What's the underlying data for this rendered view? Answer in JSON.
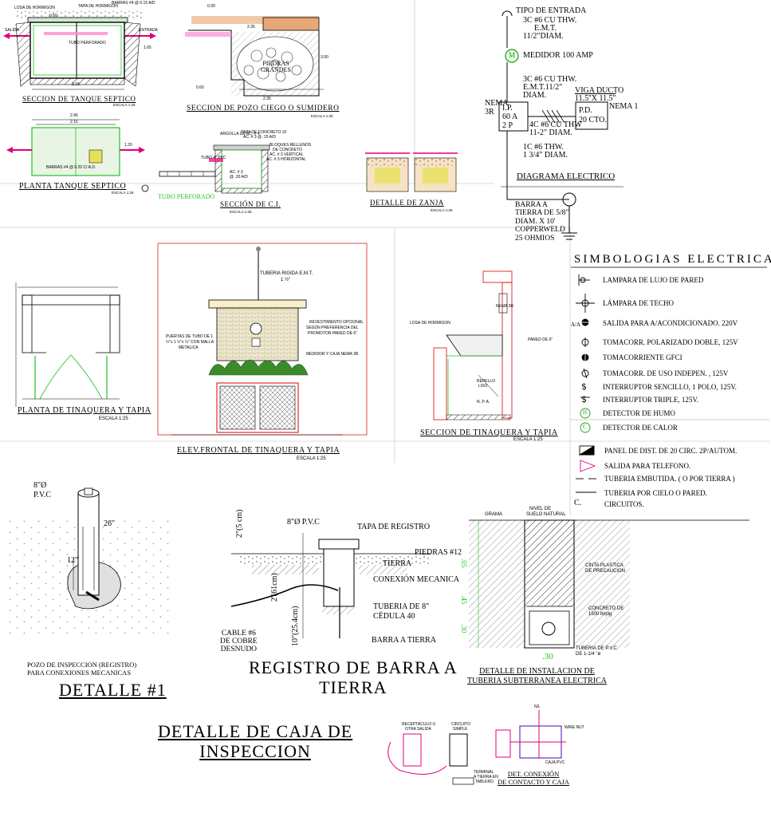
{
  "top_left": {
    "septic_section_title": "SECCION DE TANQUE SEPTICO",
    "septic_section_scale": "ESCALA 1:25",
    "septic_plan_title": "PLANTA TANQUE SEPTICO",
    "septic_plan_scale": "ESCALA 1:25",
    "dims": [
      "0.60",
      "2.15",
      "2.45",
      "2.15",
      "1.65",
      "1.20"
    ],
    "tags": [
      "LOSA DE HORMIGON",
      "ENTRADA",
      "SALIDA",
      "TAPA DE HORMIGON",
      "BARRAS #4 @ 0.15 A/D",
      "TUBO PERFORADO",
      "BARRAS #4 @ 0.20 C/ A.D."
    ],
    "pipe_label": "TUBO PERFORADO"
  },
  "top_middle": {
    "well_title": "SECCION DE POZO CIEGO O SUMIDERO",
    "well_scale": "ESCALA 1:25",
    "stones": "PIEDRAS GRANDES",
    "dims": [
      "0.30",
      "2.35",
      "0.60",
      "2.35",
      "3.00"
    ],
    "ci_title": "SECCIÓN DE C.I.",
    "ci_scale": "ESCALA 1:25",
    "ci_notes": [
      "TAPA DE CONCRETO 10",
      "AC. # 3 @ .15 A/D",
      "ARGOLLA DE AC. # 4",
      "BLOQUES RELLENOS",
      "DE CONCRETO",
      "AC. # 3 VERTICAL",
      "AC. # 3 HORIZONTAL",
      "TUBO 4\" PVC",
      "AC. # 3",
      "@ .20 A/D"
    ],
    "trench_title": "DETALLE DE ZANJA",
    "trench_scale": "ESCALA 1:25"
  },
  "electrical": {
    "lines": [
      "TIPO DE ENTRADA",
      "3C #6 CU THW.",
      "E.M.T.",
      "11/2\"DIAM.",
      "MEDIDOR 100 AMP",
      "3C #6 CU THW.",
      "E.M.T.11/2\"",
      "DIAM.",
      "VIGA DUCTO",
      "11.5''X 11.5''",
      "NEMA 1",
      "NEMA",
      "3R",
      "4C #6 CU THW",
      "11-2\" DIAM.",
      "1C #6 THW.",
      "1 3/4\" DIAM."
    ],
    "meter_letter": "M",
    "panel_ip": [
      "I.P.",
      "60 A",
      "2 P"
    ],
    "panel_pd": [
      "P.D.",
      "20 CTO."
    ],
    "diagram_title": "DIAGRAMA ELECTRICO",
    "ground_note": "BARRA A\nTIERRA DE 5/8\"\nDIAM. X 10'\nCOPPERWELD\n25 OHMIOS"
  },
  "symbology": {
    "title": "SIMBOLOGIAS    ELECTRICAS.",
    "aa_tag": "A/A",
    "items": [
      "LAMPARA DE LUJO DE PARED",
      "LÁMPARA DE TECHO",
      "SALIDA PARA A/ACONDICIONADO.  220V",
      "TOMACORR. POLARIZADO DOBLE,  125V",
      "TOMACORRIENTE GFCI",
      "TOMACORR. DE USO INDEPEN. , 125V",
      "INTERRUPTOR SENCILLO, 1 POLO, 125V.",
      "INTERRUPTOR TRIPLE,  125V.",
      "DETECTOR DE HUMO",
      "DETECTOR DE CALOR",
      "PANEL DE DIST. DE 20 CIRC. 2P/AUTOM.",
      "SALIDA PARA TELEFONO.",
      "TUBERIA EMBUTIDA. ( O POR TIERRA )",
      "TUBERIA POR CIELO O PARED.",
      "CIRCUITOS."
    ],
    "circuit_letter": "C.",
    "smoke_letter": "H",
    "heat_letter": "C"
  },
  "middle": {
    "plan_title": "PLANTA DE TINAQUERA Y TAPIA",
    "plan_scale": "ESCALA 1:25",
    "elev_title": "ELEV.FRONTAL DE TINAQUERA Y TAPIA",
    "elev_scale": "ESCALA 1:25",
    "elev_notes": [
      "TUBERIA RIGIDA E.M.T.",
      "1 ½\"",
      "REVESTIMIENTO OPCIONAL",
      "SEGÚN PREFERENCIA DEL",
      "PROMOTOR PARED DE 6\"",
      "PUERTAS DE TUBO DE 1",
      "½\"x 1 ½\"x ¼\" CON MALLA",
      "METALICA",
      "MEDIDOR Y CAJA NEMA 3R"
    ],
    "sec_title": "SECCION DE TINAQUERA  Y TAPIA",
    "sec_scale": "ESCALA 1:25",
    "sec_notes": [
      "NEMA 3R",
      "LOSA DE HORMIGON",
      "PARED DE 6\"",
      "REPELLO",
      "LISO",
      "N. P. A."
    ]
  },
  "bottom": {
    "d1_pipe": "8\"Ø",
    "d1_pvc": "P.V.C",
    "d1_26": "26\"",
    "d1_12": "12\"",
    "d1_caption": "POZO DE INSPECCION (REGISTRO)\nPARA CONEXIONES MECANICAS",
    "d1_title": "DETALLE #1",
    "reg_pipe": "8\"Ø P.V.C",
    "reg_labels": [
      "TAPA DE REGISTRO",
      "PIEDRAS #12",
      "TIERRA",
      "CONEXIÓN MECANICA",
      "TUBERIA DE 8\"",
      "CÉDULA 40",
      "BARRA A TIERRA"
    ],
    "reg_dims": [
      "2\"(5 cm)",
      "2'(61cm)",
      "10\"(25.4cm)"
    ],
    "reg_cable": "CABLE #6\nDE COBRE\nDESNUDO",
    "reg_title": "REGISTRO DE BARRA A\nTIERRA",
    "sub_labels": [
      "GRAMA",
      "NIVEL DE",
      "SUELO NATURAL",
      "CINTA PLASTICA",
      "DE PRECAUCION",
      "CONCRETO DE",
      "1500 lb/plg",
      "TUBERIA DE P.V.C.",
      "DE 1-1/4 \"ø"
    ],
    "sub_dims": [
      ".05",
      ".45",
      ".30",
      ".30"
    ],
    "sub_title": "DETALLE DE INSTALACION DE\nTUBERIA SUBTERRANEA ELECTRICA",
    "box_title": "DETALLE DE CAJA DE\nINSPECCION",
    "conn_labels": [
      "RECEPTACULO U",
      "OTRA SALIDA",
      "CIRCUITO",
      "SIMPLE",
      "TERMINAL",
      "A TIERRA EN",
      "TABLERO",
      "N/L",
      "WIRE NUT",
      "CAJA PVC"
    ],
    "conn_title": "DET. CONEXIÓN\nDE CONTACTO Y CAJA"
  }
}
